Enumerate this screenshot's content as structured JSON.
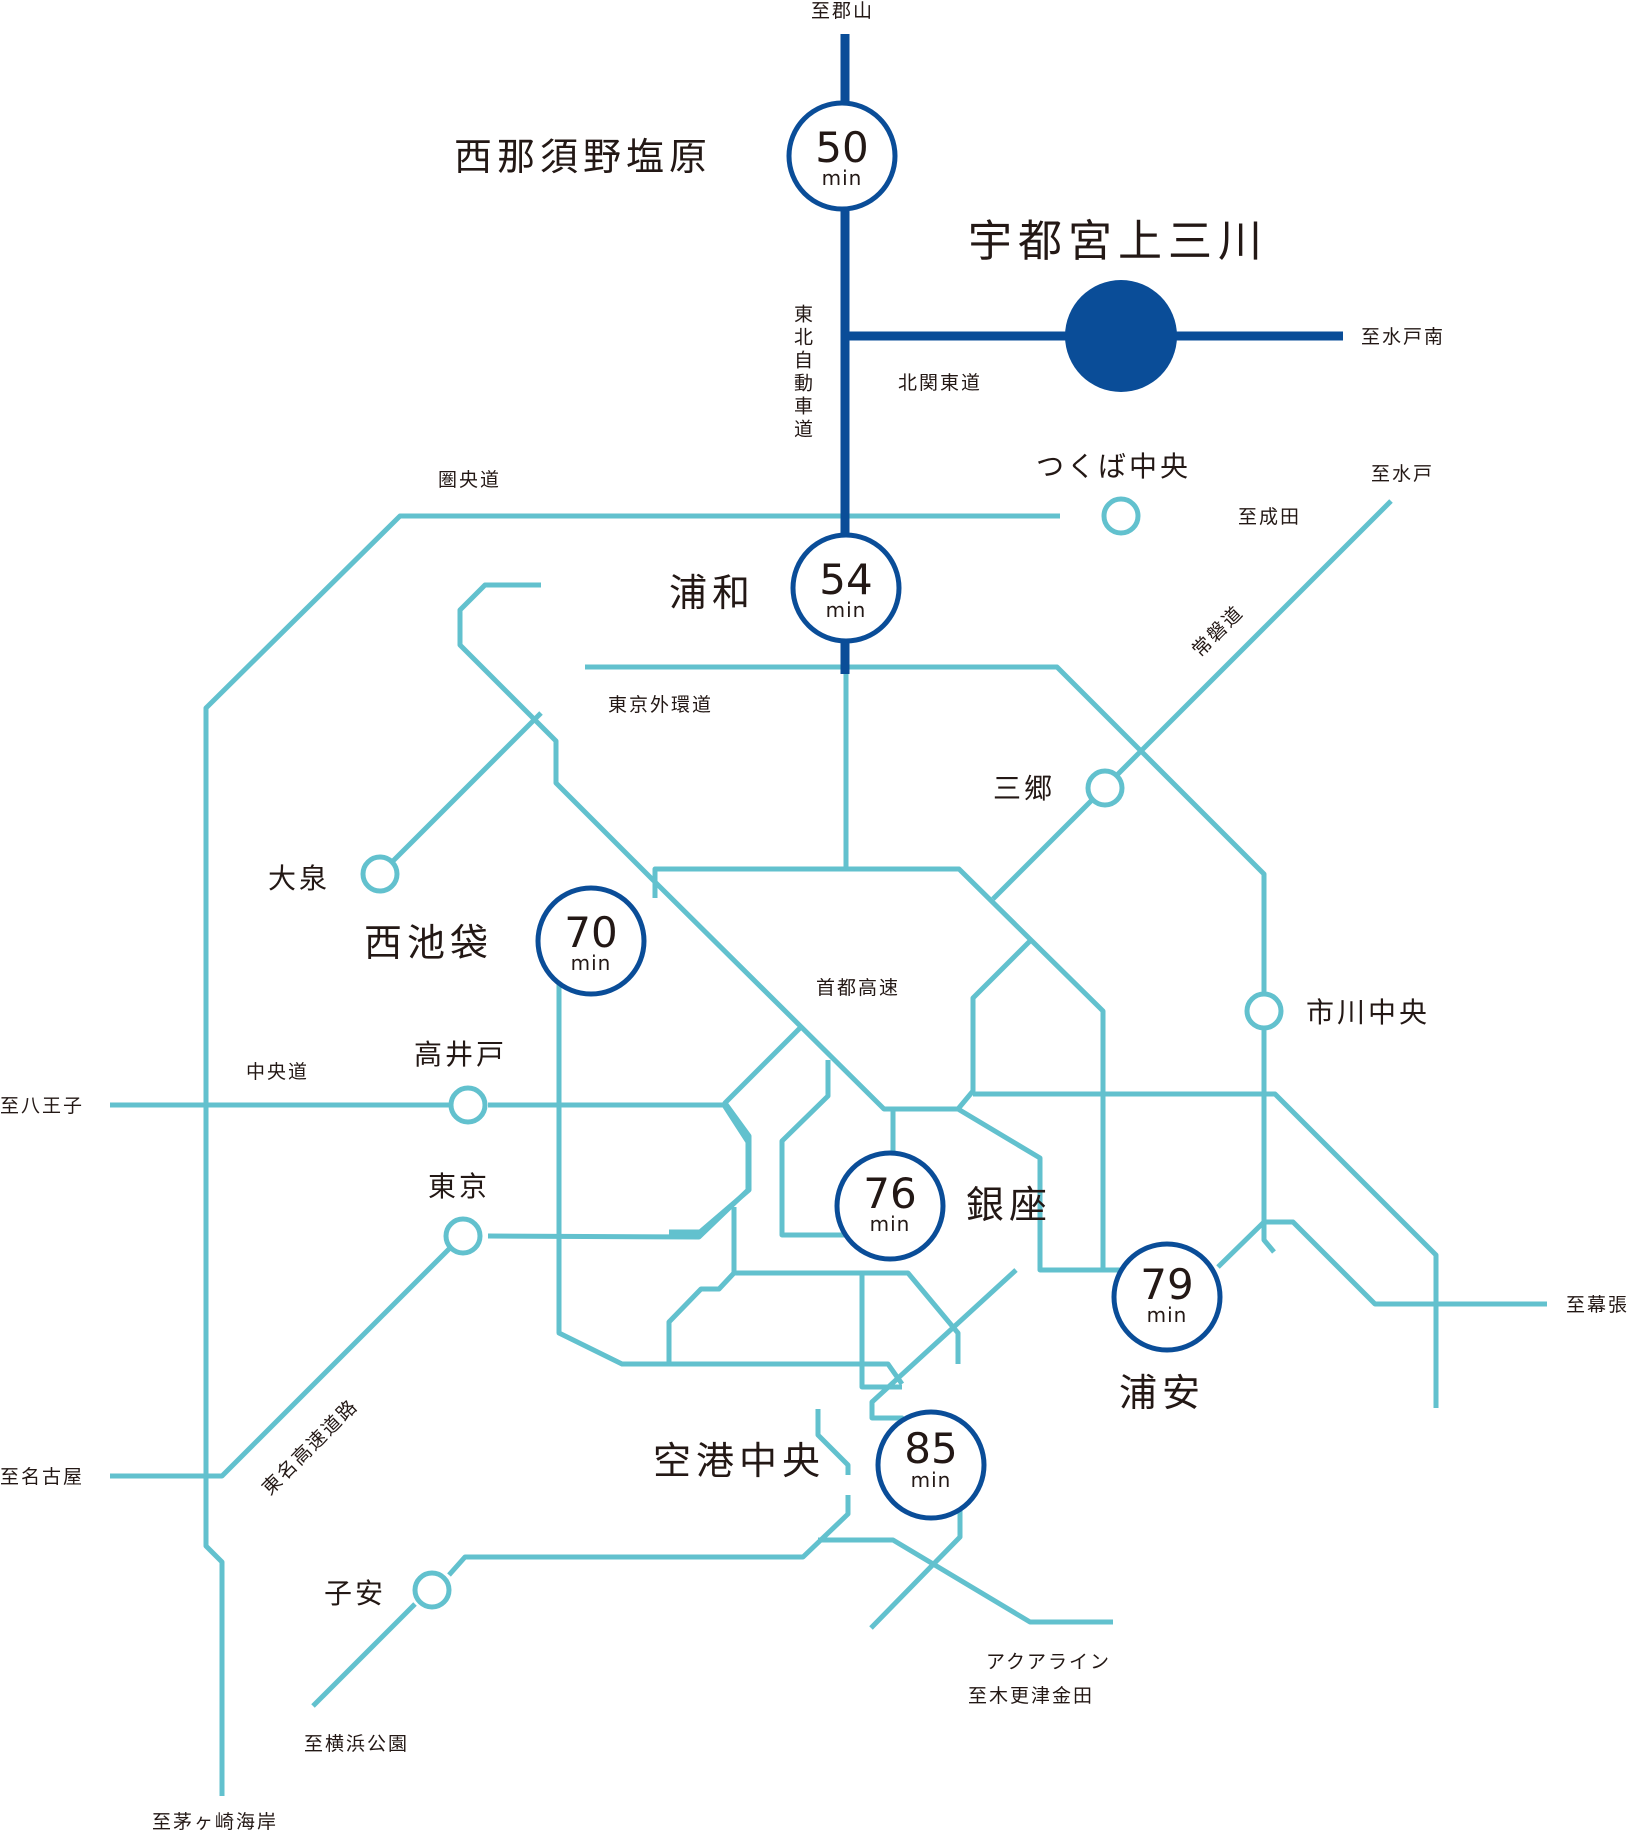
{
  "colors": {
    "expressway_light": "#62c1ce",
    "expressway_dark": "#0a4d98",
    "text": "#231815",
    "background": "#ffffff"
  },
  "routes": {
    "tohoku": "東北自動車道",
    "kitakanto": "北関東道",
    "kenodo": "圏央道",
    "joban": "常磐道",
    "gaikan": "東京外環道",
    "shuto": "首都高速",
    "chuo": "中央道",
    "tomei": "東名高速道路",
    "aqua": "アクアライン"
  },
  "destinations": {
    "koriyama": "至郡山",
    "mitominami": "至水戸南",
    "mito": "至水戸",
    "narita": "至成田",
    "hachioji": "至八王子",
    "nagoya": "至名古屋",
    "makuhari": "至幕張",
    "kisarazu": "至木更津金田",
    "yokohama": "至横浜公園",
    "chigasaki": "至茅ヶ崎海岸"
  },
  "hub": {
    "name": "宇都宮上三川"
  },
  "stations": {
    "nishinasu": {
      "name": "西那須野塩原",
      "minutes": "50"
    },
    "urawa": {
      "name": "浦和",
      "minutes": "54"
    },
    "nishiikebukuro": {
      "name": "西池袋",
      "minutes": "70"
    },
    "ginza": {
      "name": "銀座",
      "minutes": "76"
    },
    "urayasu": {
      "name": "浦安",
      "minutes": "79"
    },
    "kukochuo": {
      "name": "空港中央",
      "minutes": "85"
    },
    "tsukuba": {
      "name": "つくば中央"
    },
    "misato": {
      "name": "三郷"
    },
    "oizumi": {
      "name": "大泉"
    },
    "ichikawa": {
      "name": "市川中央"
    },
    "takaido": {
      "name": "高井戸"
    },
    "tokyo": {
      "name": "東京"
    },
    "koyasu": {
      "name": "子安"
    }
  },
  "unit": "min"
}
